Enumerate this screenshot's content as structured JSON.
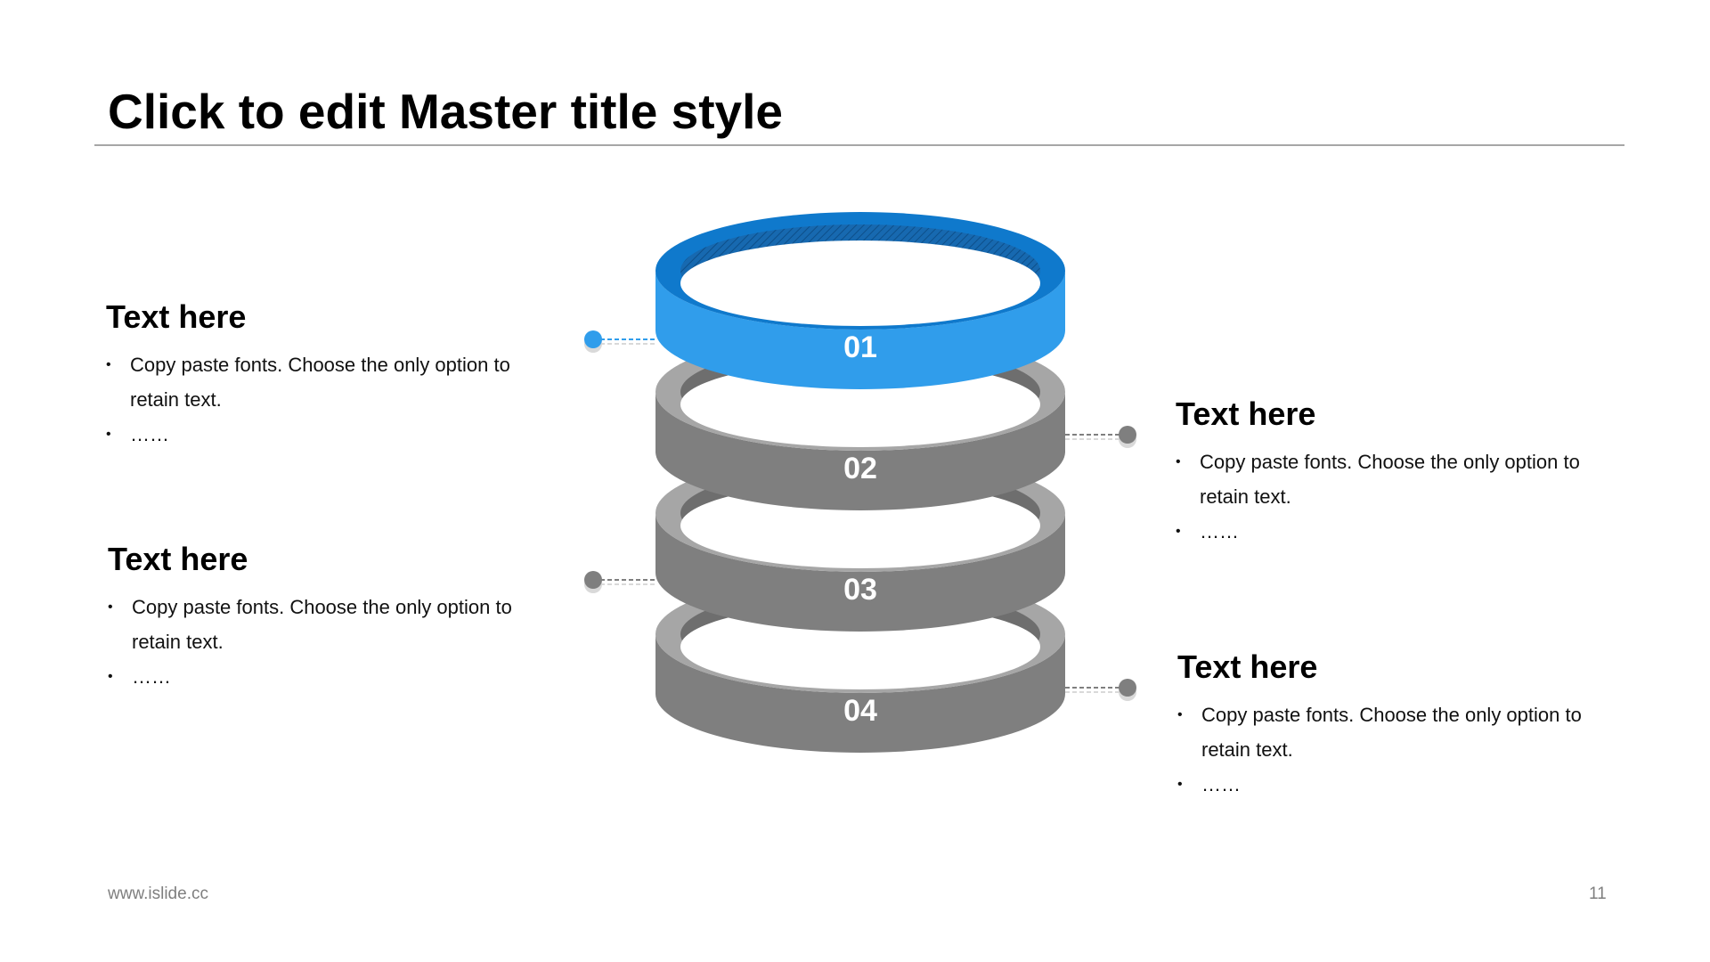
{
  "slide": {
    "title": "Click to edit Master title style",
    "footer_url": "www.islide.cc",
    "page_number": "11"
  },
  "blocks": [
    {
      "heading": "Text here",
      "bullets": [
        "Copy paste fonts. Choose the only option to retain text.",
        "……"
      ]
    },
    {
      "heading": "Text here",
      "bullets": [
        "Copy paste fonts. Choose the only option to retain text.",
        "……"
      ]
    },
    {
      "heading": "Text here",
      "bullets": [
        "Copy paste fonts. Choose the only option to retain text.",
        "……"
      ]
    },
    {
      "heading": "Text here",
      "bullets": [
        "Copy paste fonts. Choose the only option to retain text.",
        "……"
      ]
    }
  ],
  "rings": [
    {
      "label": "01",
      "color": "#309DEB",
      "rim": "#0F79CC",
      "inner": "#1769B0",
      "dot": "#309DEB"
    },
    {
      "label": "02",
      "color": "#7F7F7F",
      "rim": "#A6A6A6",
      "inner": "#6E6E6E",
      "dot": "#7F7F7F"
    },
    {
      "label": "03",
      "color": "#7F7F7F",
      "rim": "#A6A6A6",
      "inner": "#6E6E6E",
      "dot": "#7F7F7F"
    },
    {
      "label": "04",
      "color": "#7F7F7F",
      "rim": "#A6A6A6",
      "inner": "#6E6E6E",
      "dot": "#7F7F7F"
    }
  ]
}
